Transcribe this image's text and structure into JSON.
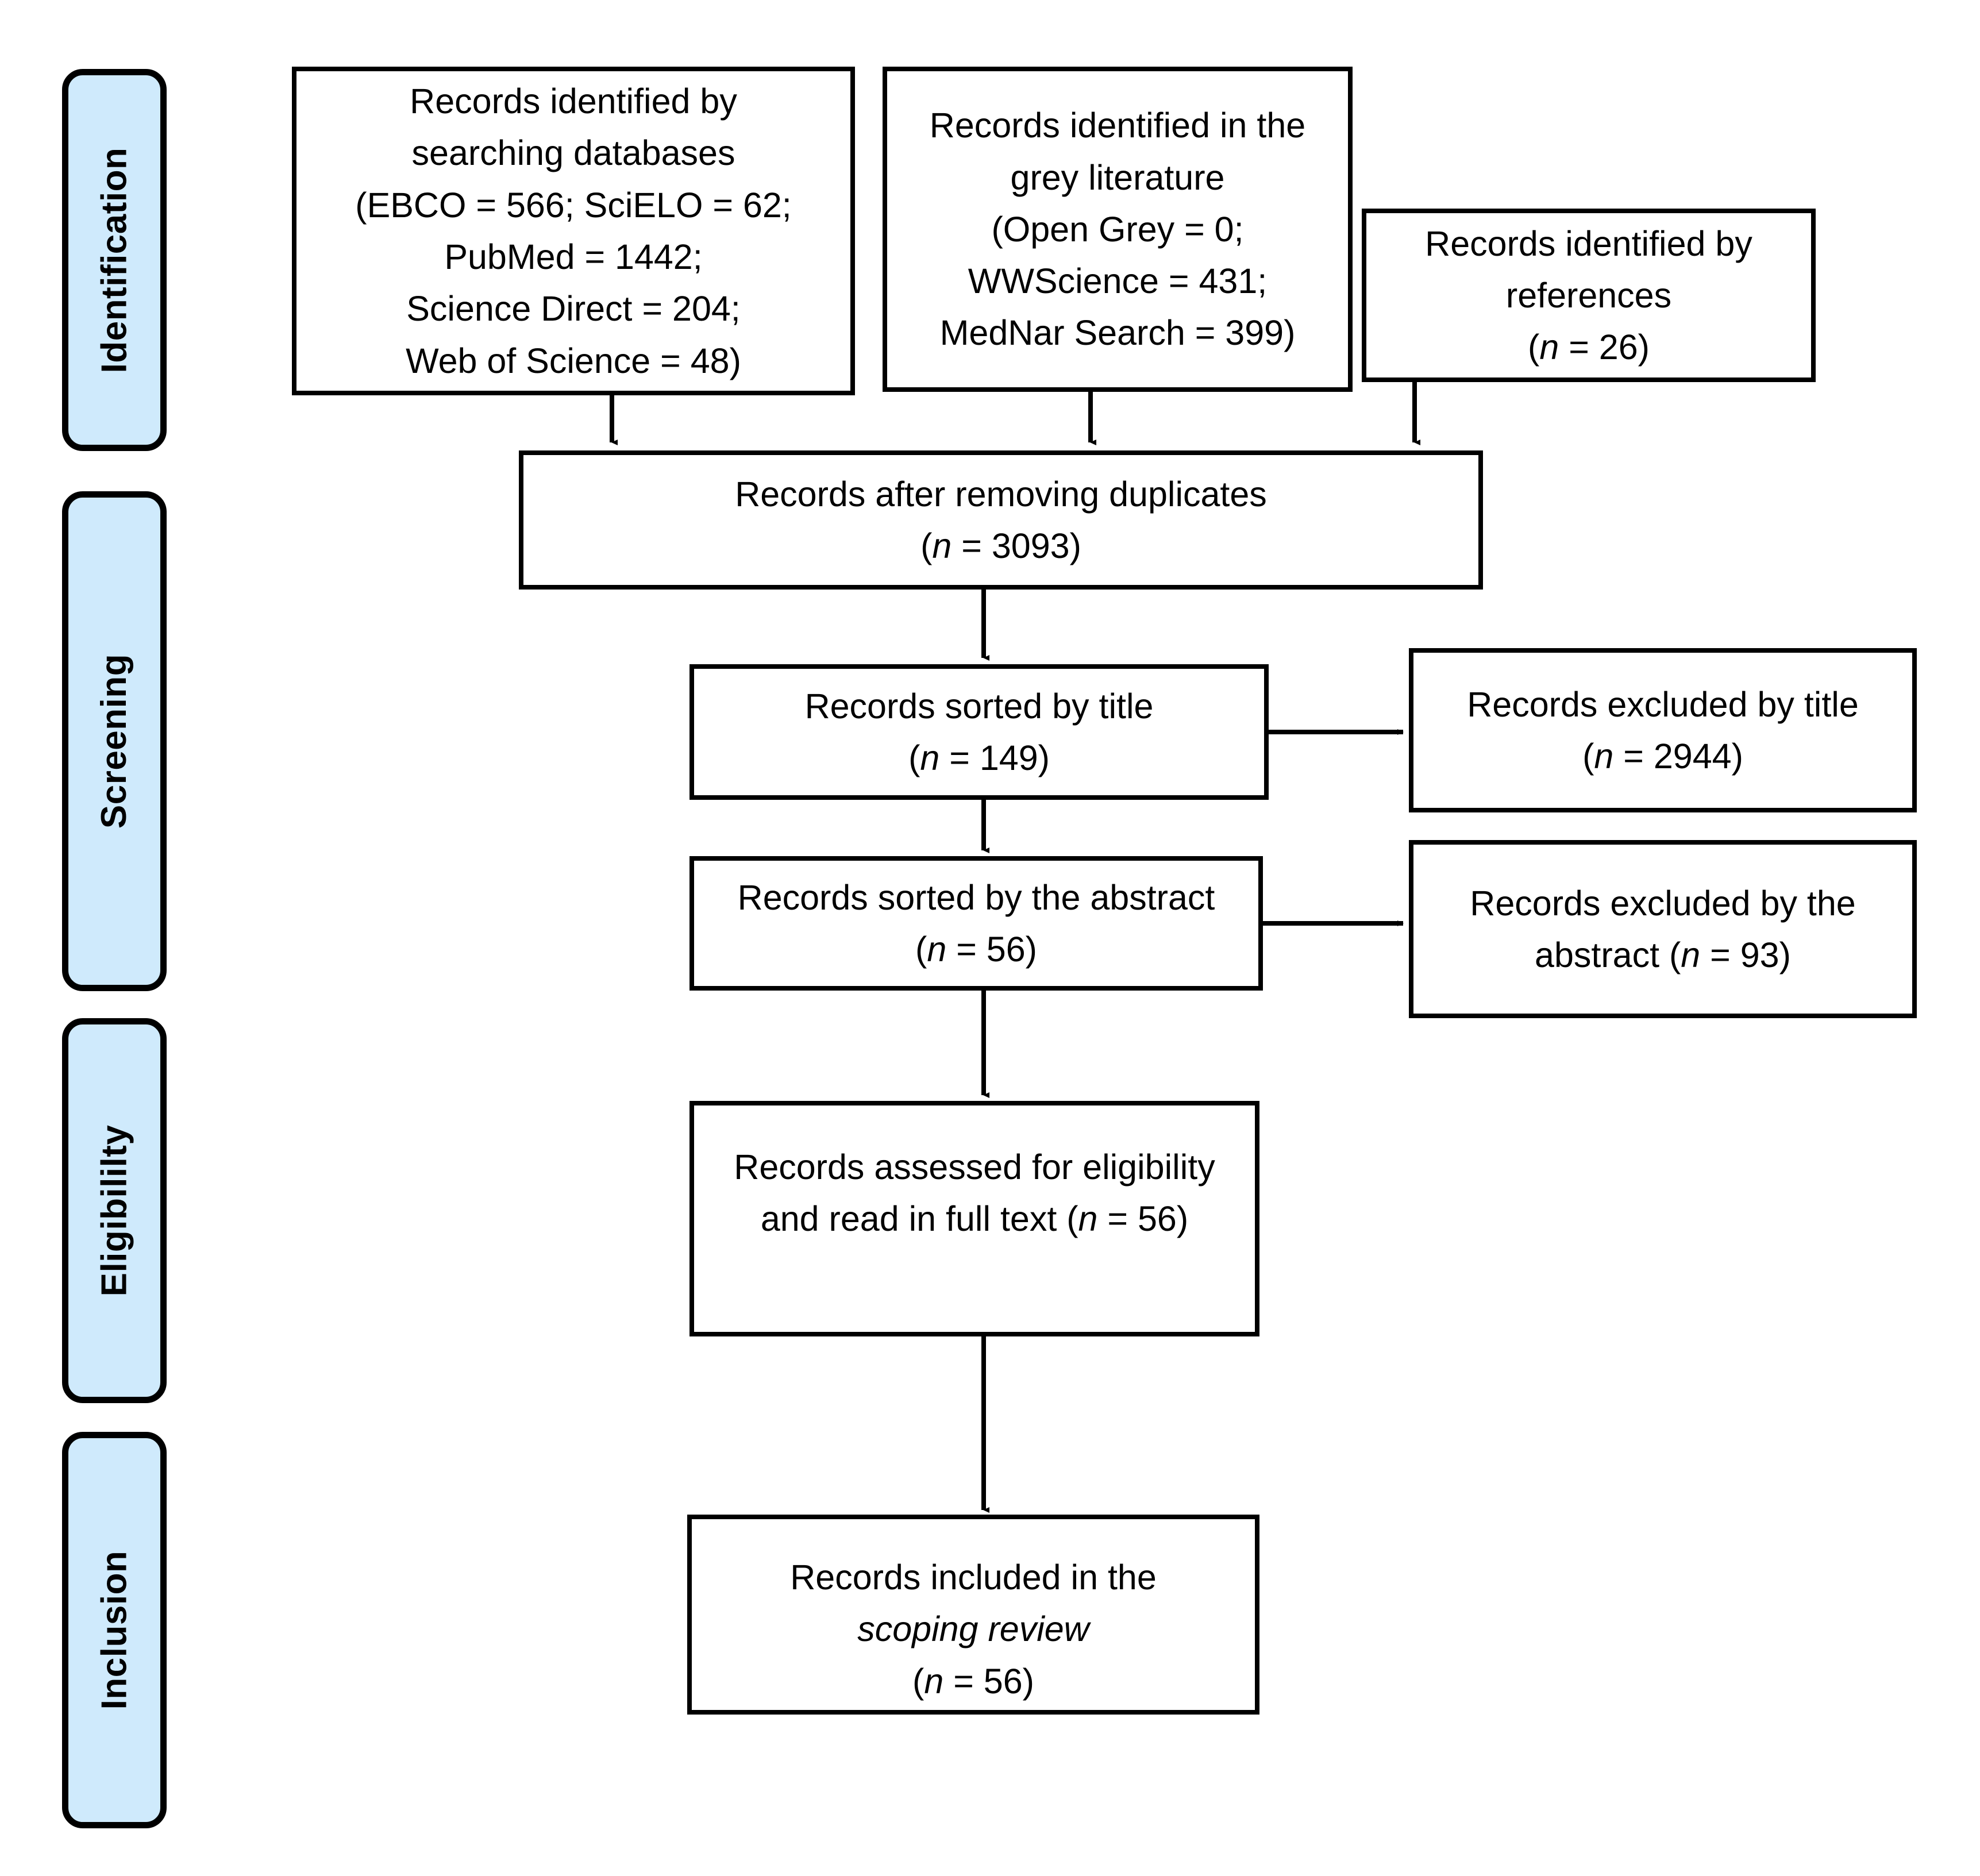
{
  "diagram": {
    "type": "prisma-flow-diagram",
    "title": "PRISMA flow diagram",
    "background_color": "#ffffff",
    "line_color": "#000000",
    "stage_fill_color": "#cfeafc"
  },
  "stages": [
    {
      "id": "identification",
      "label": "Identification"
    },
    {
      "id": "screening",
      "label": "Screening"
    },
    {
      "id": "eligibility",
      "label": "Eligibililty"
    },
    {
      "id": "inclusion",
      "label": "Inclusion"
    }
  ],
  "boxes": {
    "databases": {
      "lines": [
        "Records identified by",
        "searching databases",
        "(EBCO = 566; SciELO = 62;",
        "PubMed = 1442;",
        "Science Direct = 204;",
        "Web of Science = 48)"
      ],
      "sources": [
        {
          "name": "EBCO",
          "n": 566
        },
        {
          "name": "SciELO",
          "n": 62
        },
        {
          "name": "PubMed",
          "n": 1442
        },
        {
          "name": "Science Direct",
          "n": 204
        },
        {
          "name": "Web of Science",
          "n": 48
        }
      ]
    },
    "grey_literature": {
      "lines": [
        "Records identified in the",
        "grey literature",
        "(Open Grey = 0;",
        "WWScience = 431;",
        "MedNar Search = 399)"
      ],
      "sources": [
        {
          "name": "Open Grey",
          "n": 0
        },
        {
          "name": "WWScience",
          "n": 431
        },
        {
          "name": "MedNar Search",
          "n": 399
        }
      ]
    },
    "references": {
      "line1": "Records identified by",
      "line2": "references",
      "count_prefix": "(",
      "count_italic": "n",
      "count_suffix": " = 26)",
      "n": 26
    },
    "duplicates_removed": {
      "line1": "Records after removing duplicates",
      "count_prefix": "(",
      "count_italic": "n",
      "count_suffix": " = 3093)",
      "n": 3093
    },
    "sorted_title": {
      "line1": "Records sorted by title",
      "count_prefix": "(",
      "count_italic": "n",
      "count_suffix": " = 149)",
      "n": 149
    },
    "excluded_title": {
      "line1": "Records excluded by title",
      "count_prefix": "(",
      "count_italic": "n",
      "count_suffix": " = 2944)",
      "n": 2944
    },
    "sorted_abstract": {
      "line1": "Records sorted by the abstract",
      "count_prefix": "(",
      "count_italic": "n",
      "count_suffix": " = 56)",
      "n": 56
    },
    "excluded_abstract": {
      "line1": "Records excluded by the",
      "line2_prefix": "abstract (",
      "line2_italic": "n",
      "line2_suffix": " = 93)",
      "n": 93
    },
    "eligibility_assessed": {
      "line1": "Records assessed for eligibility",
      "line2_prefix": "and read in full text (",
      "line2_italic": "n",
      "line2_suffix": " = 56)",
      "n": 56
    },
    "included": {
      "line1": "Records included in the",
      "line2_italic": "scoping review",
      "count_prefix": "(",
      "count_italic": "n",
      "count_suffix": " = 56)",
      "n": 56
    }
  }
}
